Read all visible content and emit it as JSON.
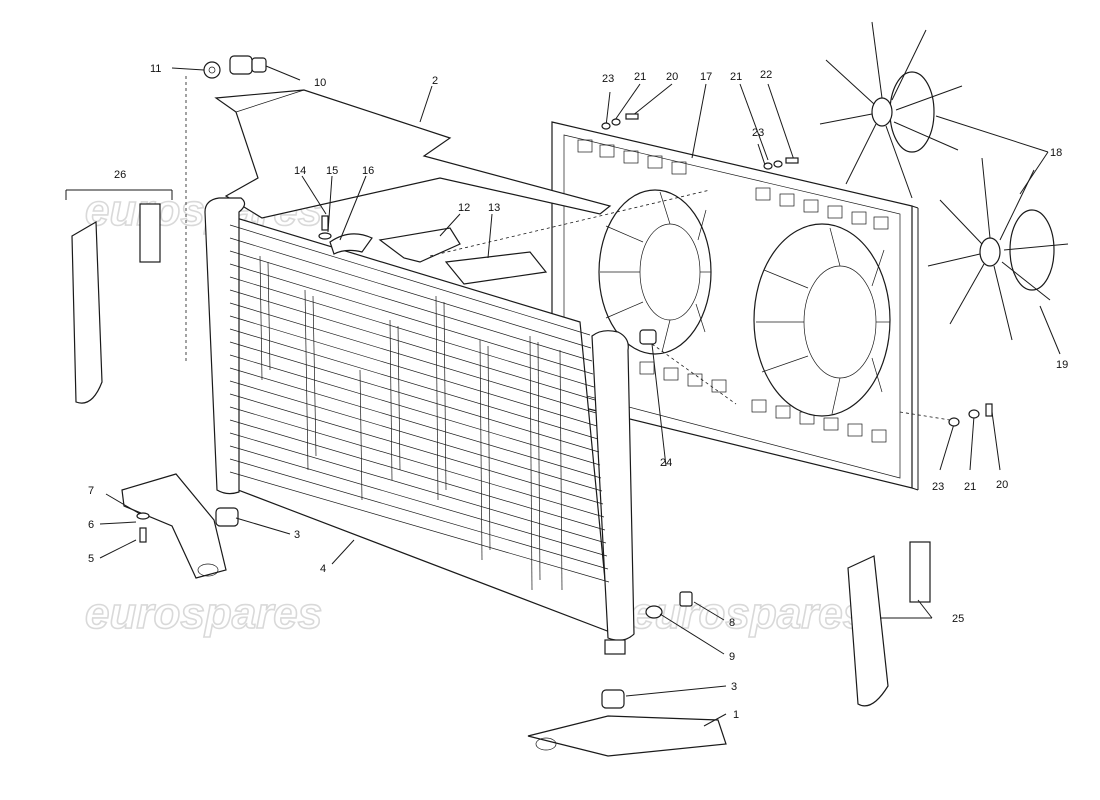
{
  "watermark": "eurospares",
  "callouts": [
    {
      "id": "c1",
      "text": "1"
    },
    {
      "id": "c2",
      "text": "2"
    },
    {
      "id": "c3a",
      "text": "3"
    },
    {
      "id": "c3b",
      "text": "3"
    },
    {
      "id": "c4",
      "text": "4"
    },
    {
      "id": "c5",
      "text": "5"
    },
    {
      "id": "c6",
      "text": "6"
    },
    {
      "id": "c7",
      "text": "7"
    },
    {
      "id": "c8",
      "text": "8"
    },
    {
      "id": "c9",
      "text": "9"
    },
    {
      "id": "c10",
      "text": "10"
    },
    {
      "id": "c11",
      "text": "11"
    },
    {
      "id": "c12",
      "text": "12"
    },
    {
      "id": "c13",
      "text": "13"
    },
    {
      "id": "c14",
      "text": "14"
    },
    {
      "id": "c15",
      "text": "15"
    },
    {
      "id": "c16",
      "text": "16"
    },
    {
      "id": "c17",
      "text": "17"
    },
    {
      "id": "c18",
      "text": "18"
    },
    {
      "id": "c19",
      "text": "19"
    },
    {
      "id": "c20a",
      "text": "20"
    },
    {
      "id": "c20b",
      "text": "20"
    },
    {
      "id": "c21a",
      "text": "21"
    },
    {
      "id": "c21b",
      "text": "21"
    },
    {
      "id": "c21c",
      "text": "21"
    },
    {
      "id": "c22",
      "text": "22"
    },
    {
      "id": "c23a",
      "text": "23"
    },
    {
      "id": "c23b",
      "text": "23"
    },
    {
      "id": "c23c",
      "text": "23"
    },
    {
      "id": "c24",
      "text": "24"
    },
    {
      "id": "c25",
      "text": "25"
    },
    {
      "id": "c26",
      "text": "26"
    }
  ]
}
